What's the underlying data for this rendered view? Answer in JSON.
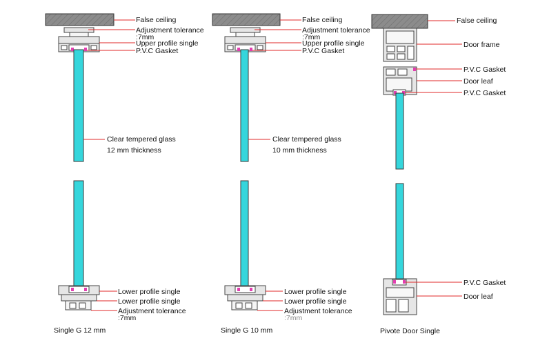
{
  "colors": {
    "glass": "#35d6dc",
    "ceiling": "#8c8c8c",
    "leader": "#e02a2a",
    "gasket": "#e23fb0",
    "profile_stroke": "#444444"
  },
  "icons": [
    "false-ceiling-hatch",
    "profile-section"
  ],
  "panels": [
    {
      "caption": "Single G  12 mm",
      "labels": {
        "false_ceiling": "False ceiling",
        "adj_top_1": "Adjustment tolerance",
        "adj_top_2": ":7mm",
        "upper_profile": "Upper profile single",
        "pvc_gasket": "P.V.C Gasket",
        "glass_1": "Clear tempered glass",
        "glass_2": "12 mm thickness",
        "lower_profile_1": "Lower profile single",
        "lower_profile_2": "Lower profile single",
        "adj_bot_1": "Adjustment tolerance",
        "adj_bot_2": ":7mm"
      }
    },
    {
      "caption": "Single G  10 mm",
      "labels": {
        "false_ceiling": "False ceiling",
        "adj_top_1": "Adjustment tolerance",
        "adj_top_2": ":7mm",
        "upper_profile": "Upper profile single",
        "pvc_gasket": "P.V.C Gasket",
        "glass_1": "Clear tempered glass",
        "glass_2": "10 mm thickness",
        "lower_profile_1": "Lower profile single",
        "lower_profile_2": "Lower profile single",
        "adj_bot_1": "Adjustment tolerance",
        "adj_bot_2": ":7mm"
      }
    },
    {
      "caption": "Pivote Door Single",
      "labels": {
        "false_ceiling": "False ceiling",
        "door_frame": "Door frame",
        "pvc_gasket_1": "P.V.C Gasket",
        "door_leaf_1": "Door leaf",
        "pvc_gasket_2": "P.V.C Gasket",
        "pvc_gasket_3": "P.V.C Gasket",
        "door_leaf_2": "Door leaf"
      }
    }
  ]
}
